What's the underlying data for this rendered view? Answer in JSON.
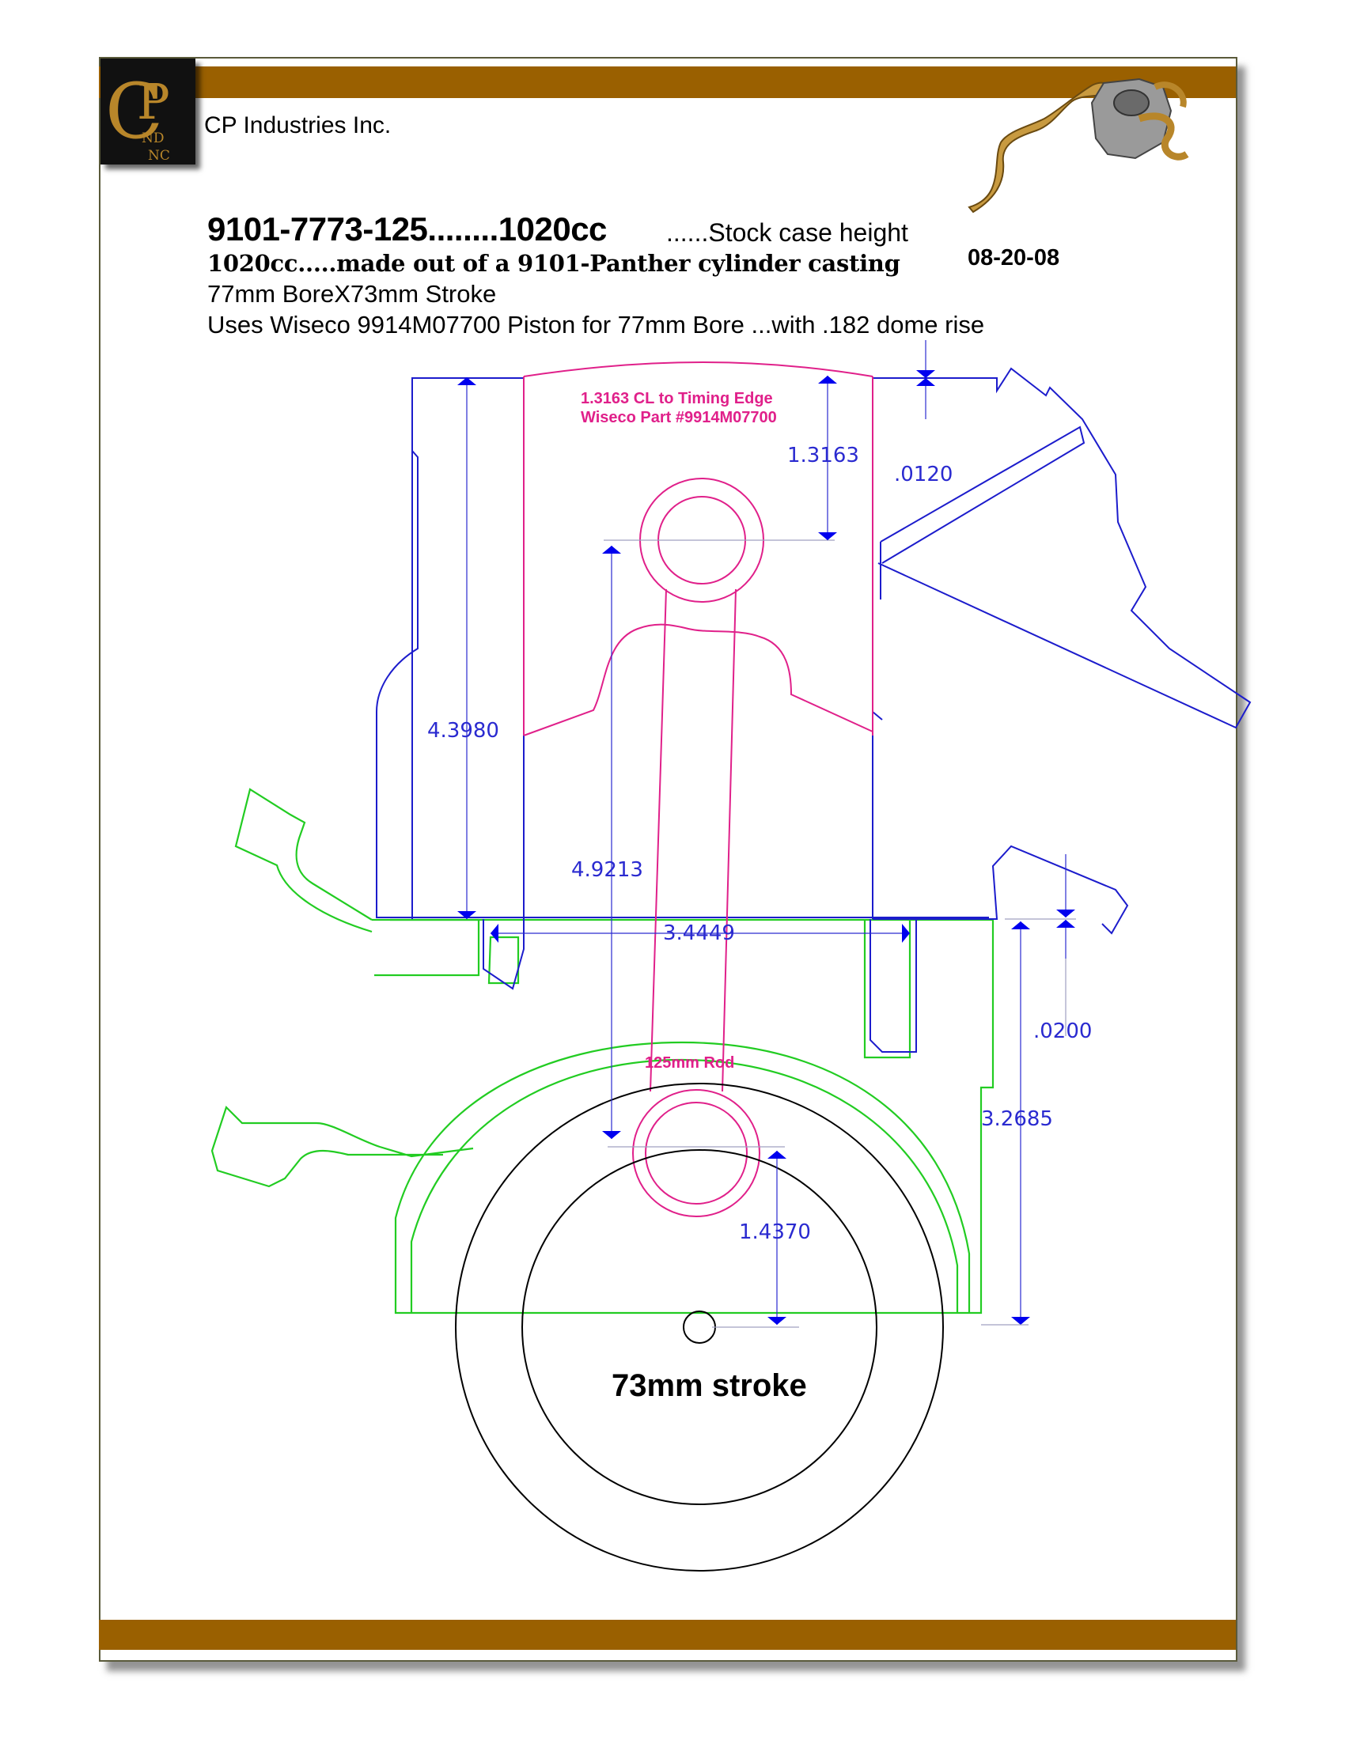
{
  "header": {
    "company": "CP Industries Inc.",
    "logo_text": "CP",
    "logo_sub": "ND NC"
  },
  "spec": {
    "title": "9101-7773-125........1020cc",
    "title_suffix": "......Stock case height",
    "subtitle": "1020cc.....made out of a 9101-Panther cylinder casting",
    "date": "08-20-08",
    "bore_stroke": "77mm BoreX73mm Stroke",
    "piston": "Uses Wiseco 9914M07700 Piston for 77mm Bore ...with .182 dome rise"
  },
  "annotations": {
    "piston_note_1": "1.3163 CL to Timing Edge",
    "piston_note_2": "Wiseco Part #9914M07700",
    "rod_label": "125mm Rod",
    "stroke_label": "73mm stroke"
  },
  "dimensions": {
    "pin_to_edge": "1.3163",
    "deck_clearance": ".0120",
    "cylinder_height": "4.3980",
    "rod_center": "4.9213",
    "bore_width": "3.4449",
    "base_gasket": ".0200",
    "case_height": "3.2685",
    "crank_throw": "1.4370"
  },
  "colors": {
    "cylinder": "#1c1ccc",
    "piston_rod": "#e0208a",
    "case": "#22cc22",
    "dimension": "#2a2ad0",
    "arrow": "#0000ee",
    "crank": "#000000",
    "bar": "#9a6000"
  }
}
